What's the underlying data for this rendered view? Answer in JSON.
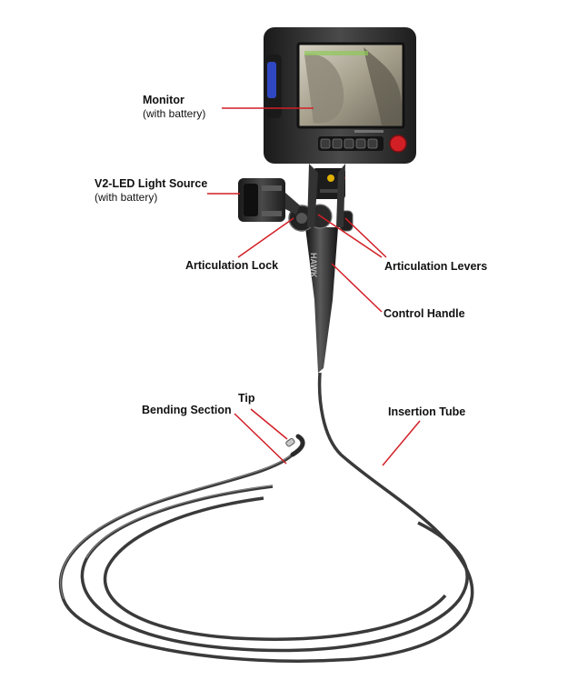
{
  "labels": {
    "monitor": {
      "title": "Monitor",
      "sub": "(with battery)"
    },
    "light_source": {
      "title": "V2-LED Light Source",
      "sub": "(with battery)"
    },
    "articulation_lock": {
      "title": "Articulation Lock"
    },
    "articulation_levers": {
      "title": "Articulation Levers"
    },
    "control_handle": {
      "title": "Control Handle"
    },
    "tip": {
      "title": "Tip"
    },
    "bending_section": {
      "title": "Bending Section"
    },
    "insertion_tube": {
      "title": "Insertion Tube"
    }
  },
  "colors": {
    "leader": "#d21f26",
    "body": "#2b2b2b",
    "screen": "#b9b4a4",
    "cable": "#3a3a3a"
  }
}
